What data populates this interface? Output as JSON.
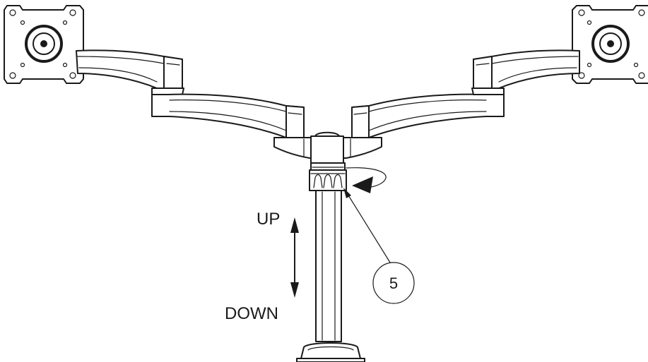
{
  "labels": {
    "up": "UP",
    "down": "DOWN",
    "callout": "5"
  },
  "colors": {
    "ink": "#1a1a1a",
    "background": "#ffffff"
  }
}
